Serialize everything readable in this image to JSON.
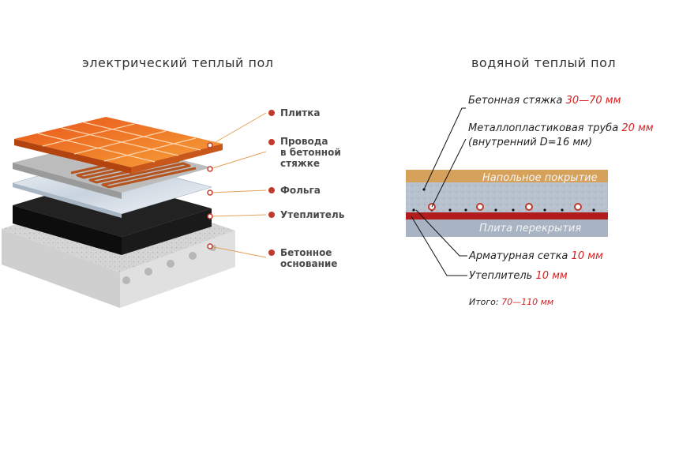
{
  "electric": {
    "title": "электрический теплый пол",
    "labels": [
      {
        "text": "Плитка"
      },
      {
        "text": "Провода\nв бетонной\nстяжке"
      },
      {
        "text": "Фольга"
      },
      {
        "text": "Утеплитель"
      },
      {
        "text": "Бетонное\nоснование"
      }
    ]
  },
  "water": {
    "title": "водяной теплый пол",
    "screed_label": "Бетонная стяжка",
    "screed_value": "30—70 мм",
    "pipe_label": "Металлопластиковая труба",
    "pipe_value": "20 мм",
    "pipe_note": "(внутренний D=16 мм)",
    "floor_cover": "Напольное покрытие",
    "slab": "Плита перекрытия",
    "mesh_label": "Арматурная сетка",
    "mesh_value": "10 мм",
    "insul_label": "Утеплитель",
    "insul_value": "10 мм",
    "total_label": "Итого:",
    "total_value": "70—110 мм"
  },
  "colors": {
    "accent_red": "#d62020",
    "tile": "#f07a1c",
    "insulation": "#111111",
    "screed": "#b9c3cf",
    "floor_cover": "#d8a058",
    "slab": "#aab4c4"
  }
}
